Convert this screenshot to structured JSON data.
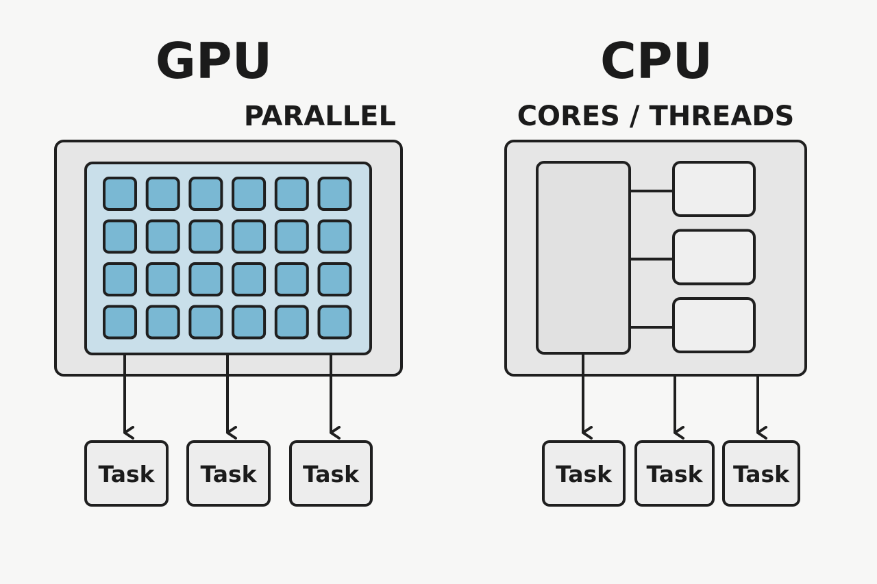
{
  "gpu": {
    "title": "GPU",
    "subtitle": "PARALLEL",
    "core_rows": 4,
    "core_cols": 6,
    "tasks": [
      "Task",
      "Task",
      "Task"
    ]
  },
  "cpu": {
    "title": "CPU",
    "subtitle": "CORES / THREADS",
    "thread_count": 3,
    "tasks": [
      "Task",
      "Task",
      "Task"
    ]
  },
  "colors": {
    "background": "#f7f7f6",
    "outline": "#1f1f1f",
    "box_fill": "#e6e6e6",
    "gpu_grid_fill": "#c9dfea",
    "gpu_core_fill": "#7ab8d3"
  }
}
